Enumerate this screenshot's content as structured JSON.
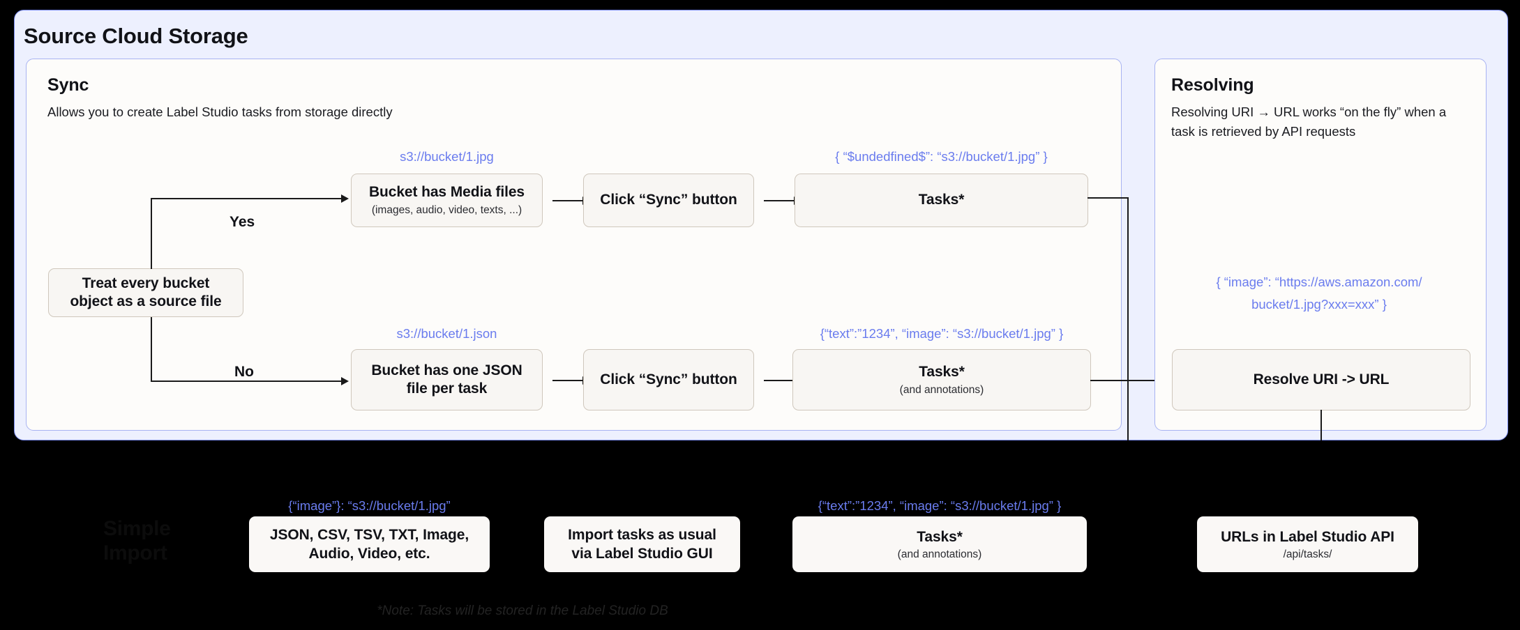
{
  "outer": {
    "title": "Source Cloud Storage"
  },
  "sync": {
    "heading": "Sync",
    "subtitle": "Allows you to create Label Studio tasks from storage directly",
    "branch_yes": "Yes",
    "branch_no": "No",
    "decision_box": "Treat every bucket\nobject as a source file",
    "rows": [
      {
        "uri_note": "s3://bucket/1.jpg",
        "source_title": "Bucket has Media files",
        "source_sub": "(images, audio, video, texts, ...)",
        "action_title": "Click “Sync” button",
        "result_note": "{ “$undedfined$”: “s3://bucket/1.jpg” }",
        "result_title": "Tasks*",
        "result_sub": ""
      },
      {
        "uri_note": "s3://bucket/1.json",
        "source_title": "Bucket has one JSON\nfile per task",
        "source_sub": "",
        "action_title": "Click “Sync” button",
        "result_note": "{“text”:”1234”,  “image”: “s3://bucket/1.jpg” }",
        "result_title": "Tasks*",
        "result_sub": "(and annotations)"
      }
    ]
  },
  "resolving": {
    "heading": "Resolving",
    "subtitle": "Resolving URI → URL works “on the fly” when a task is retrieved by API requests",
    "url_note_line1": "{ “image”: “https://aws.amazon.com/",
    "url_note_line2": "bucket/1.jpg?xxx=xxx” }",
    "resolve_box": "Resolve URI -> URL"
  },
  "bottom": {
    "watermark": "Simple\nImport",
    "formats_note": "{“image”}: “s3://bucket/1.jpg”",
    "formats_box": "JSON, CSV, TSV, TXT, Image,\nAudio, Video, etc.",
    "import_box": "Import tasks as usual\nvia Label Studio GUI",
    "tasks_note": "{“text”:”1234”,  “image”: “s3://bucket/1.jpg” }",
    "tasks_title": "Tasks*",
    "tasks_sub": "(and annotations)",
    "api_title": "URLs in Label Studio API",
    "api_sub": "/api/tasks/",
    "footnote": "*Note: Tasks will be stored in the Label Studio DB"
  },
  "colors": {
    "panel_bg": "#EDF0FE",
    "panel_border": "#7B8CF0",
    "inner_bg": "#FDFCFA",
    "inner_border": "#A8B3F2",
    "box_bg": "#F8F6F3",
    "box_border": "#CFC7BC",
    "accent_blue": "#6A7CEE",
    "backdrop": "#000000",
    "ink": "#111217"
  }
}
